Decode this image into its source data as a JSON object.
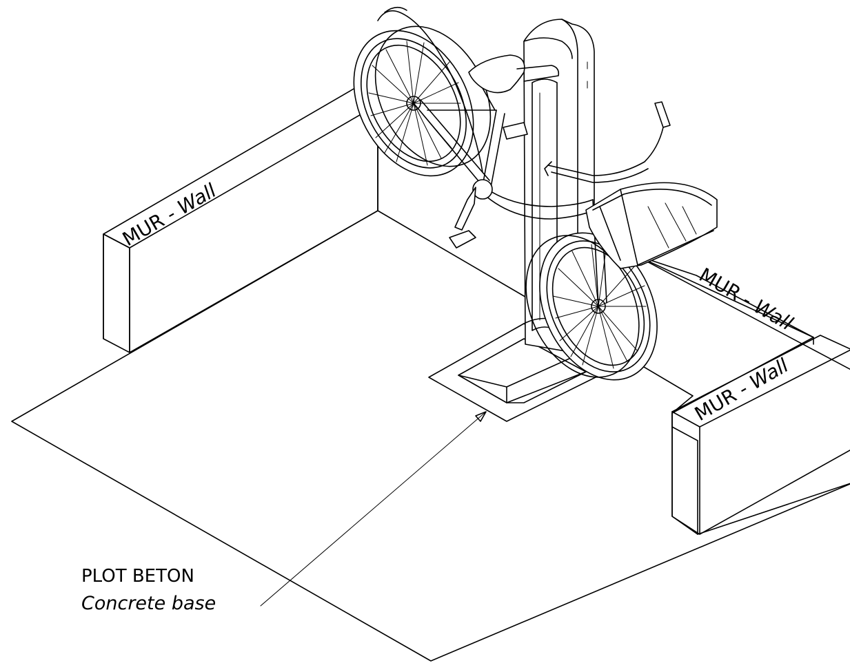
{
  "labels": {
    "wall_left": {
      "fr": "MUR",
      "sep": " - ",
      "en": "Wall"
    },
    "wall_right_upper": {
      "fr": "MUR",
      "sep": " - ",
      "en": "Wall"
    },
    "wall_right_lower": {
      "fr": "MUR",
      "sep": " - ",
      "en": "Wall"
    },
    "callout": {
      "fr": "PLOT BETON",
      "en": "Concrete base"
    }
  },
  "colors": {
    "line": "#000000",
    "background": "#ffffff"
  }
}
